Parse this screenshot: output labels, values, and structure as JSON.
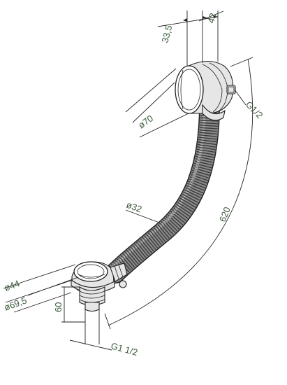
{
  "dimensions": {
    "overflow_depth": "33,5",
    "overflow_width": "42",
    "overflow_diameter": "ø70",
    "overflow_thread": "G1/2",
    "hose_diameter": "ø32",
    "hose_length": "620",
    "drain_cap_diameter": "ø44",
    "drain_flange_diameter": "ø69,5",
    "drain_height": "60",
    "drain_thread": "G1 1/2"
  },
  "colors": {
    "dimension_text": "#3c5a3c",
    "line": "#222222",
    "metal_light": "#e6e6e6",
    "hose_dark": "#3a3a3a"
  }
}
